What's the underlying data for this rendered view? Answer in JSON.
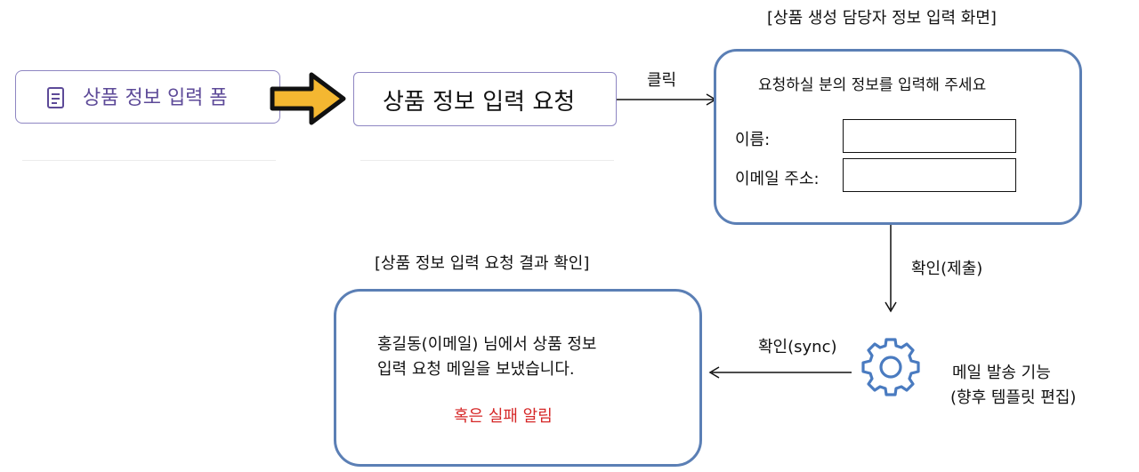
{
  "menu": {
    "label": "상품 정보 입력 폼",
    "icon": "document-list-icon"
  },
  "request_button": {
    "label": "상품 정보 입력 요청"
  },
  "edges": {
    "click": "클릭",
    "confirm_submit": "확인(제출)",
    "confirm_sync": "확인(sync)"
  },
  "form_screen": {
    "title": "[상품 생성 담당자 정보 입력 화면]",
    "prompt": "요청하실 분의 정보를 입력해 주세요",
    "name_label": "이름:",
    "email_label": "이메일 주소:",
    "name_value": "",
    "email_value": ""
  },
  "mail_feature": {
    "icon": "gear-icon",
    "line1": "메일 발송 기능",
    "line2": "(향후 템플릿 편집)"
  },
  "result_screen": {
    "title": "[상품 정보 입력 요청 결과 확인]",
    "message_line1": "홍길동(이메일) 님에서 상품 정보",
    "message_line2": "입력 요청 메일을 보냈습니다.",
    "failure_note": "혹은 실패 알림"
  },
  "colors": {
    "accent_purple": "#5d4a98",
    "box_border_blue": "#5b7fb5",
    "arrow_yellow": "#f4b731",
    "failure_red": "#d62828"
  }
}
